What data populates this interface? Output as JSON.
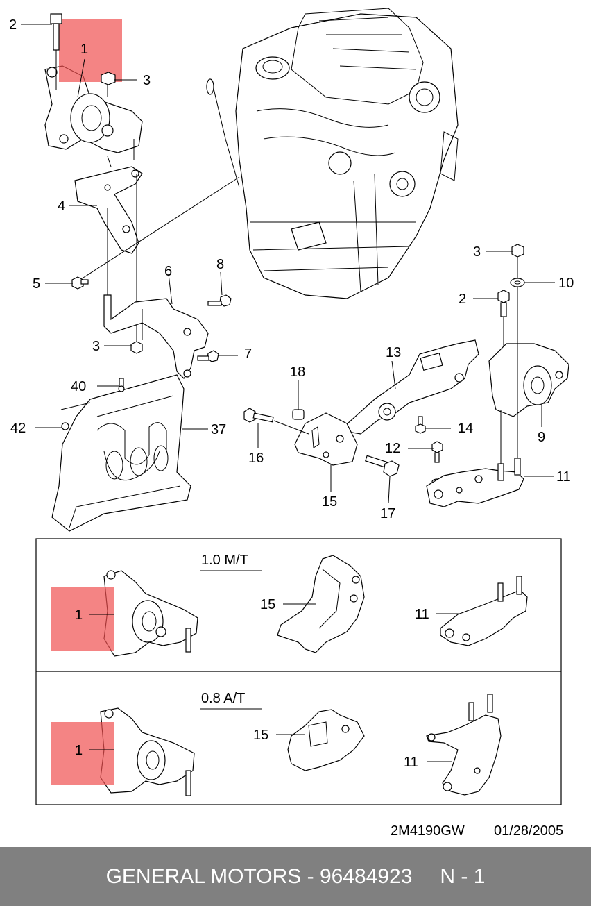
{
  "callouts": {
    "c1": "1",
    "c2": "2",
    "c3": "3",
    "c4": "4",
    "c5": "5",
    "c6": "6",
    "c7": "7",
    "c8": "8",
    "c9": "9",
    "c10": "10",
    "c11": "11",
    "c12": "12",
    "c13": "13",
    "c14": "14",
    "c15": "15",
    "c16": "16",
    "c17": "17",
    "c18": "18",
    "c37": "37",
    "c40": "40",
    "c42": "42"
  },
  "variants": {
    "mt": {
      "title": "1.0 M/T",
      "part1": "1",
      "part15": "15",
      "part11": "11"
    },
    "at": {
      "title": "0.8 A/T",
      "part1": "1",
      "part15": "15",
      "part11": "11"
    }
  },
  "drawing_code": "2M4190GW",
  "drawing_date": "01/28/2005",
  "footer": {
    "brand_part": "GENERAL MOTORS - 96484923",
    "page": "N - 1"
  },
  "colors": {
    "highlight": "#f05050",
    "footer_bg": "#808080",
    "footer_text": "#ffffff"
  }
}
